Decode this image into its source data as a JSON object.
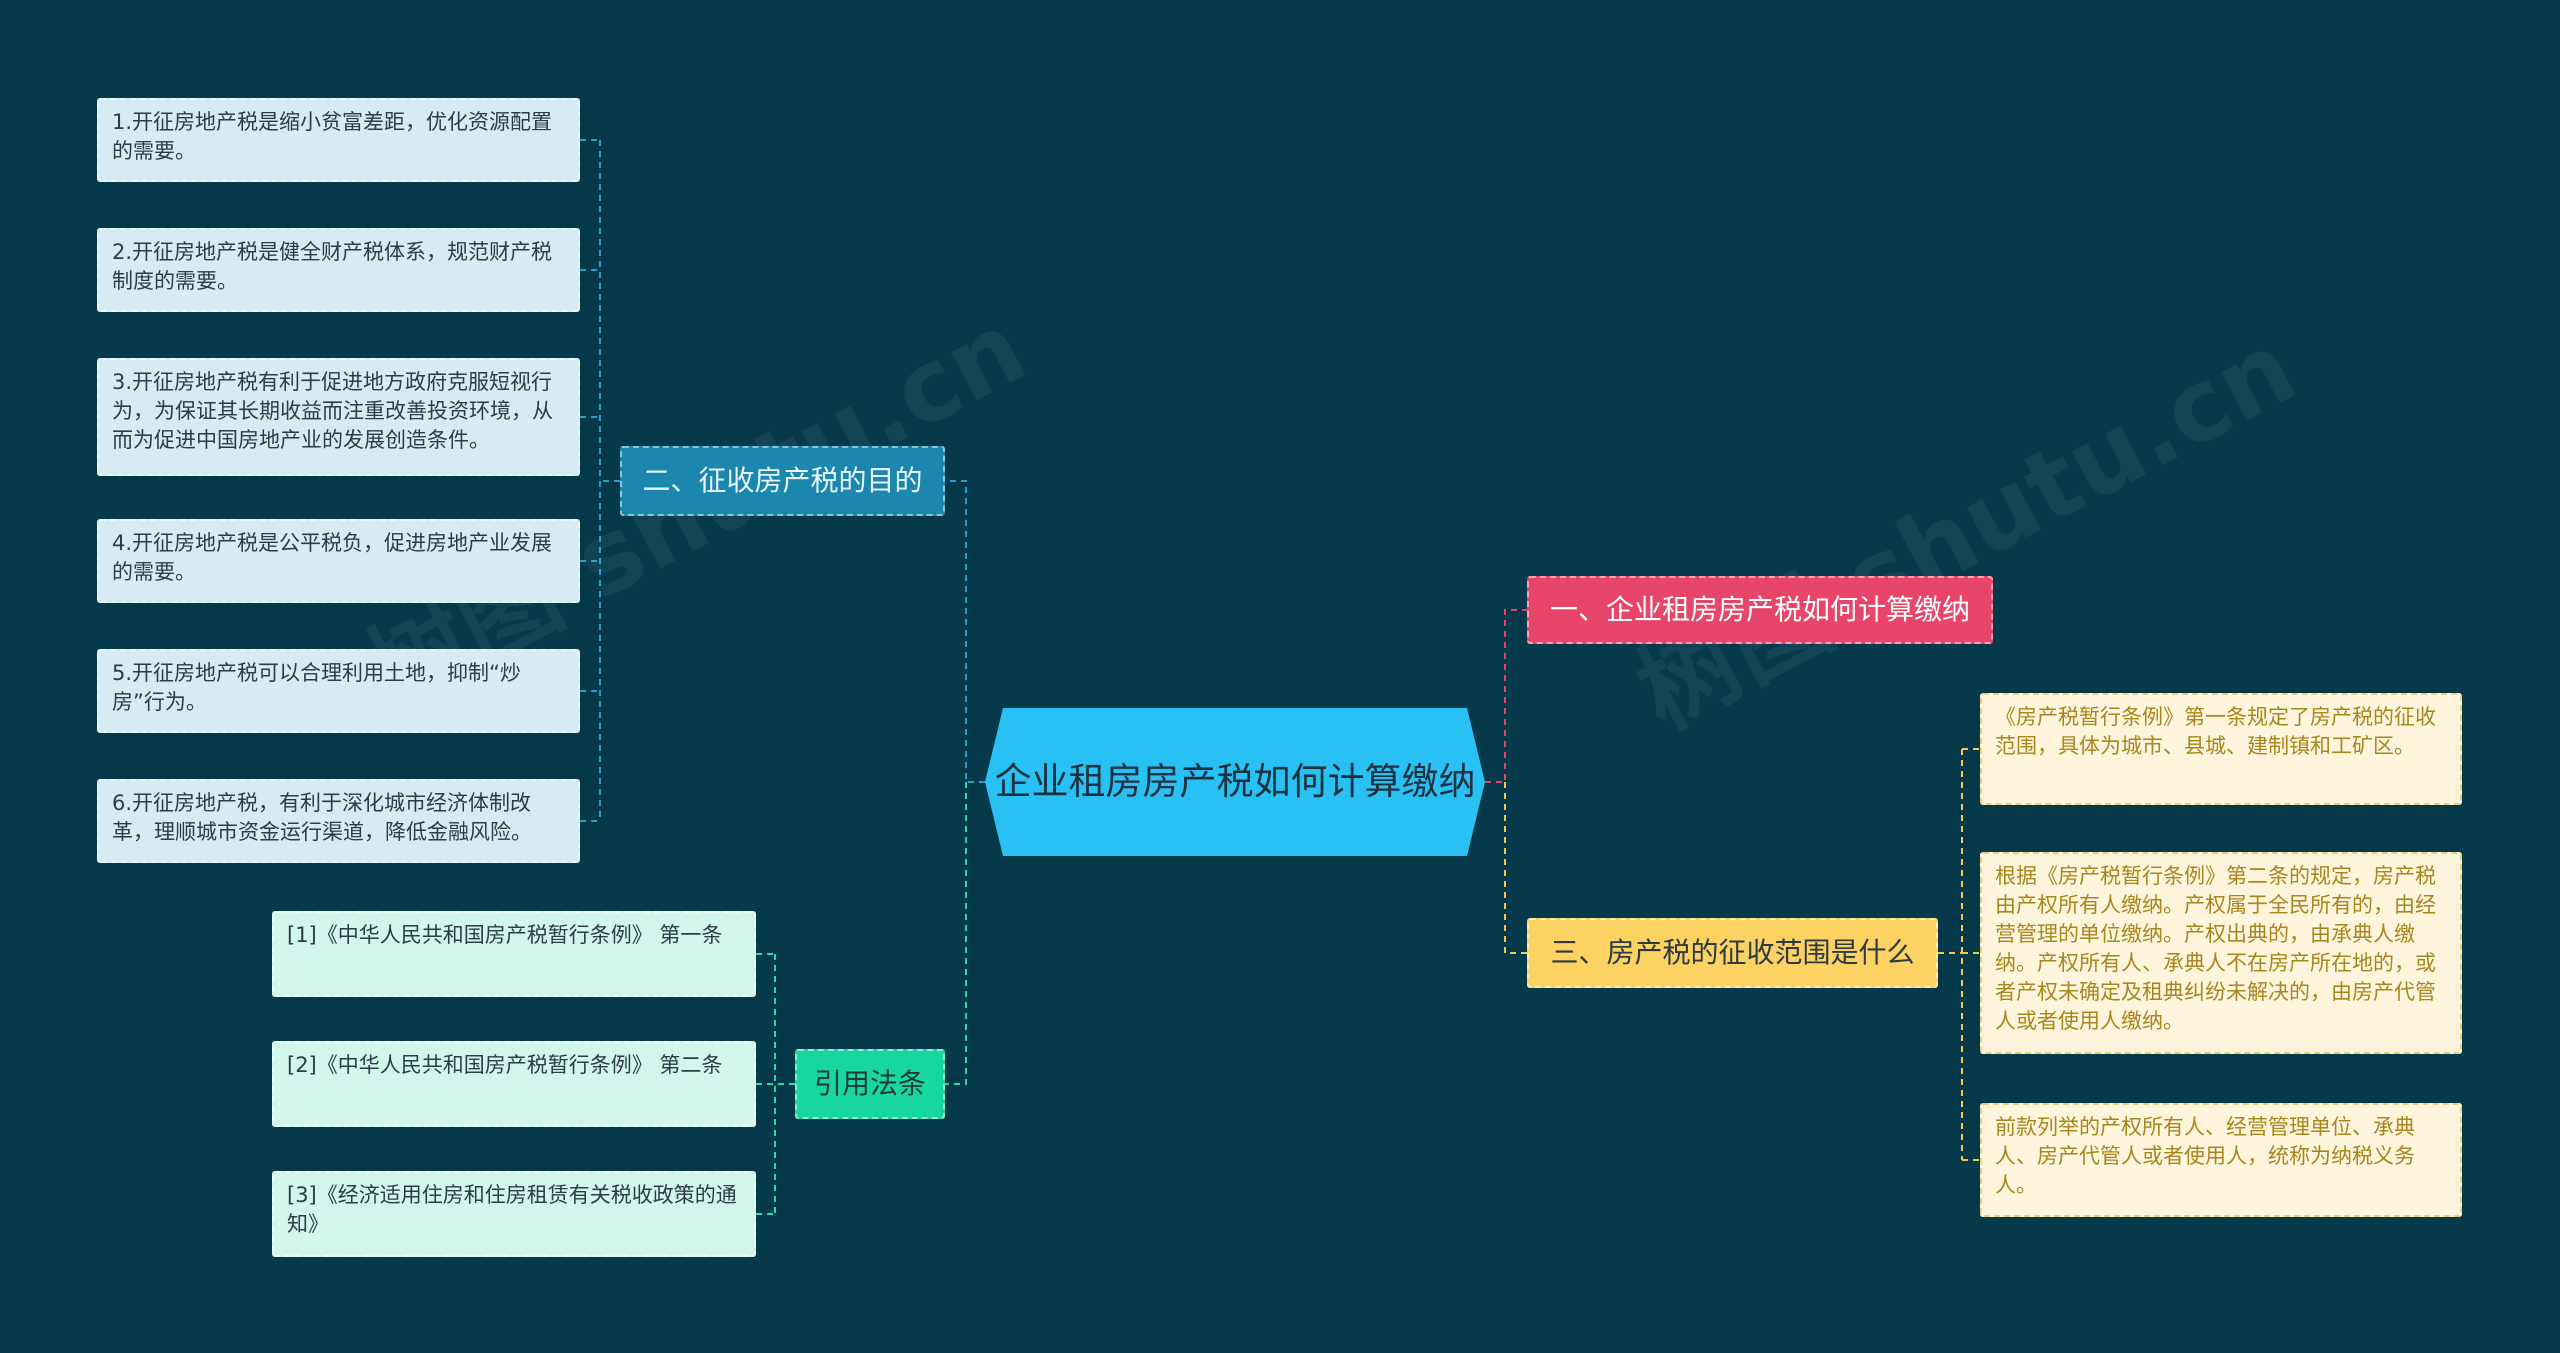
{
  "root": {
    "title": "企业租房房产税如何计算缴纳"
  },
  "branches": {
    "b1": {
      "label": "一、企业租房房产税如何计算缴纳",
      "color": "#e8456b"
    },
    "b2": {
      "label": "二、征收房产税的目的",
      "color": "#1b86ae"
    },
    "b3": {
      "label": "三、房产税的征收范围是什么",
      "color": "#fcd262"
    },
    "b4": {
      "label": "引用法条",
      "color": "#18d6a0"
    }
  },
  "purpose_items": [
    "1.开征房地产税是缩小贫富差距，优化资源配置的需要。",
    "2.开征房地产税是健全财产税体系，规范财产税制度的需要。",
    "3.开征房地产税有利于促进地方政府克服短视行为，为保证其长期收益而注重改善投资环境，从而为促进中国房地产业的发展创造条件。",
    "4.开征房地产税是公平税负，促进房地产业发展的需要。",
    "5.开征房地产税可以合理利用土地，抑制“炒房”行为。",
    "6.开征房地产税，有利于深化城市经济体制改革，理顺城市资金运行渠道，降低金融风险。"
  ],
  "scope_items": [
    "《房产税暂行条例》第一条规定了房产税的征收范围，具体为城市、县城、建制镇和工矿区。",
    "根据《房产税暂行条例》第二条的规定，房产税由产权所有人缴纳。产权属于全民所有的，由经营管理的单位缴纳。产权出典的，由承典人缴纳。产权所有人、承典人不在房产所在地的，或者产权未确定及租典纠纷未解决的，由房产代管人或者使用人缴纳。",
    "前款列举的产权所有人、经营管理单位、承典人、房产代管人或者使用人，统称为纳税义务人。"
  ],
  "law_items": [
    "[1]《中华人民共和国房产税暂行条例》 第一条",
    "[2]《中华人民共和国房产税暂行条例》 第二条",
    "[3]《经济适用住房和住房租赁有关税收政策的通知》"
  ],
  "colors": {
    "background": "#063a4b",
    "root": "#29c1f3",
    "line_blue": "#2a9fc9",
    "line_green": "#2ed9a8",
    "line_pink": "#e8456b",
    "line_yellow": "#f5c84c"
  }
}
